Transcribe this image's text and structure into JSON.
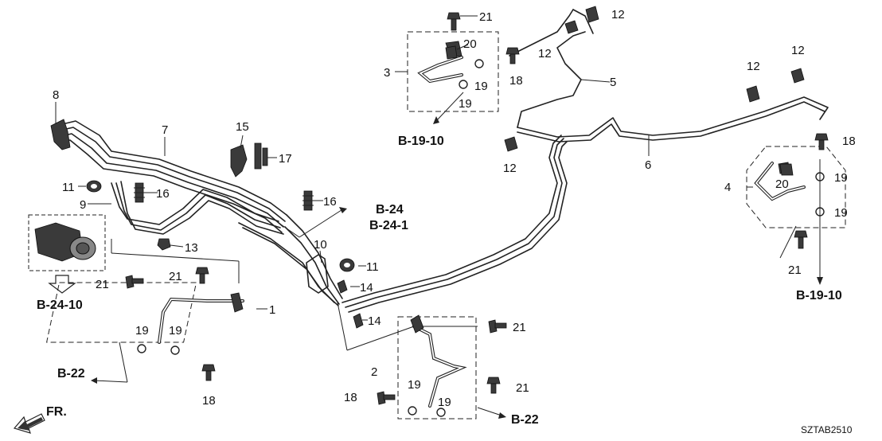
{
  "diagram": {
    "code": "SZTAB2510",
    "front_label": "FR.",
    "callouts": {
      "c1": "1",
      "c2": "2",
      "c3": "3",
      "c4": "4",
      "c5": "5",
      "c6": "6",
      "c7": "7",
      "c8": "8",
      "c9": "9",
      "c10": "10",
      "c11a": "11",
      "c11b": "11",
      "c12a": "12",
      "c12b": "12",
      "c12c": "12",
      "c12d": "12",
      "c12e": "12",
      "c13": "13",
      "c14a": "14",
      "c14b": "14",
      "c15": "15",
      "c16a": "16",
      "c16b": "16",
      "c17": "17",
      "c18a": "18",
      "c18b": "18",
      "c18c": "18",
      "c18d": "18",
      "c19a": "19",
      "c19b": "19",
      "c19c": "19",
      "c19d": "19",
      "c19e": "19",
      "c19f": "19",
      "c19g": "19",
      "c19h": "19",
      "c20a": "20",
      "c20b": "20",
      "c21a": "21",
      "c21b": "21",
      "c21c": "21",
      "c21d": "21",
      "c21e": "21",
      "c21f": "21"
    },
    "references": {
      "r_b19_top": "B-19-10",
      "r_b19_right": "B-19-10",
      "r_b24": "B-24",
      "r_b241": "B-24-1",
      "r_b2410": "B-24-10",
      "r_b22_left": "B-22",
      "r_b22_bottom": "B-22"
    }
  }
}
